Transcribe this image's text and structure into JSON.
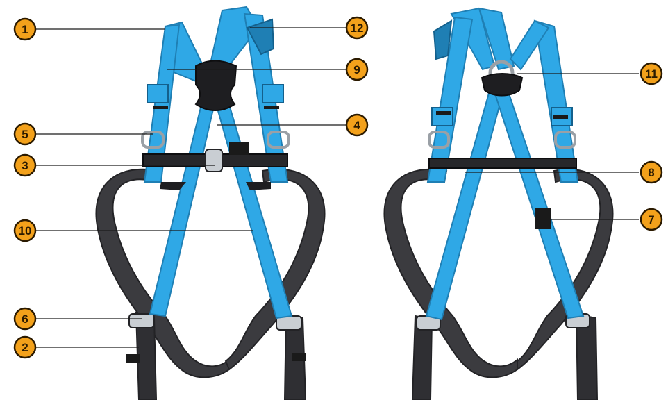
{
  "diagram": {
    "colors": {
      "webbing_blue": "#2fa8e6",
      "webbing_blue_dark": "#1f7fb4",
      "leg_loop_gray": "#3b3b3f",
      "leg_loop_dark": "#232326",
      "hardware_metal": "#c9ced3",
      "callout_orange": "#f3a11b",
      "callout_outline": "#2b1a00",
      "leader_line": "#1a1a1a"
    },
    "views": [
      {
        "name": "front-view"
      },
      {
        "name": "back-view"
      }
    ],
    "callouts": [
      {
        "id": "callout-1",
        "number": "1"
      },
      {
        "id": "callout-2",
        "number": "2"
      },
      {
        "id": "callout-3",
        "number": "3"
      },
      {
        "id": "callout-4",
        "number": "4"
      },
      {
        "id": "callout-5",
        "number": "5"
      },
      {
        "id": "callout-6",
        "number": "6"
      },
      {
        "id": "callout-7",
        "number": "7"
      },
      {
        "id": "callout-8",
        "number": "8"
      },
      {
        "id": "callout-9",
        "number": "9"
      },
      {
        "id": "callout-10",
        "number": "10"
      },
      {
        "id": "callout-11",
        "number": "11"
      },
      {
        "id": "callout-12",
        "number": "12"
      }
    ]
  }
}
